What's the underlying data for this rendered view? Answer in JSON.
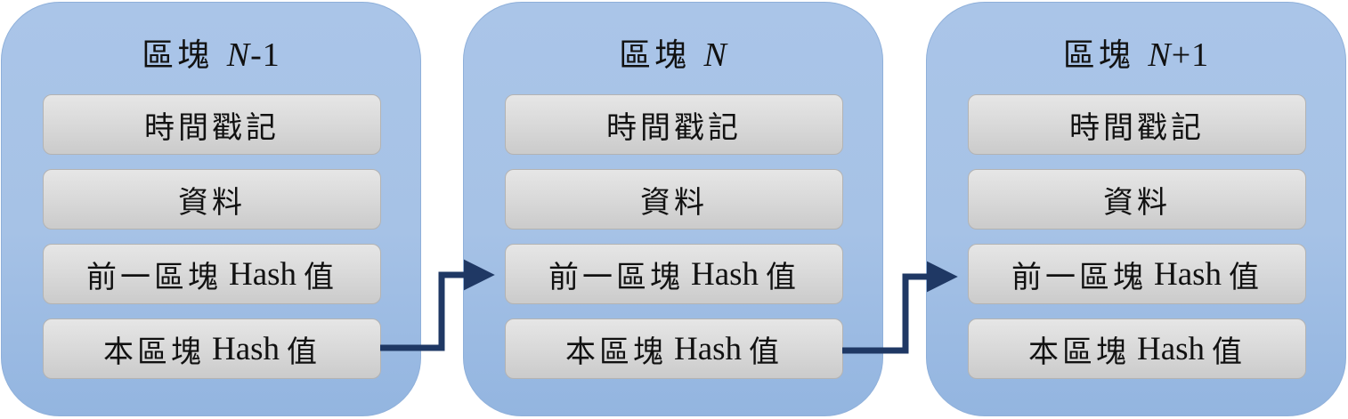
{
  "diagram": {
    "blocks": [
      {
        "title_prefix": "區塊 ",
        "title_var": "N",
        "title_suffix": "-1",
        "fields": {
          "timestamp": "時間戳記",
          "data": "資料",
          "prev_hash_prefix": "前一區塊",
          "prev_hash_mid": "Hash",
          "prev_hash_suffix": "值",
          "self_hash_prefix": "本區塊",
          "self_hash_mid": "Hash",
          "self_hash_suffix": "值"
        }
      },
      {
        "title_prefix": "區塊 ",
        "title_var": "N",
        "title_suffix": "",
        "fields": {
          "timestamp": "時間戳記",
          "data": "資料",
          "prev_hash_prefix": "前一區塊",
          "prev_hash_mid": "Hash",
          "prev_hash_suffix": "值",
          "self_hash_prefix": "本區塊",
          "self_hash_mid": "Hash",
          "self_hash_suffix": "值"
        }
      },
      {
        "title_prefix": "區塊 ",
        "title_var": "N",
        "title_suffix": "+1",
        "fields": {
          "timestamp": "時間戳記",
          "data": "資料",
          "prev_hash_prefix": "前一區塊",
          "prev_hash_mid": "Hash",
          "prev_hash_suffix": "值",
          "self_hash_prefix": "本區塊",
          "self_hash_mid": "Hash",
          "self_hash_suffix": "值"
        }
      }
    ],
    "colors": {
      "block_fill": "#a6c2e6",
      "field_fill": "#d9d9d9",
      "arrow": "#1f3864"
    }
  }
}
